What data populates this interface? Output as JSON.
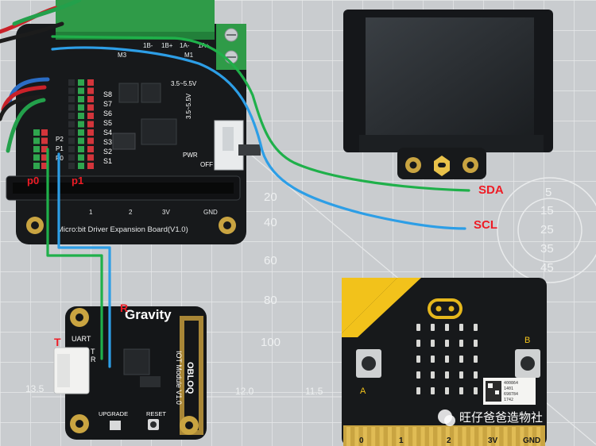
{
  "mat": {
    "numbers": [
      "20",
      "40",
      "60",
      "80",
      "100",
      "13.5",
      "12.0",
      "11.5"
    ],
    "circle_numbers": [
      "5",
      "15",
      "25",
      "35",
      "45"
    ]
  },
  "expansion_board": {
    "title": "Micro:bit Driver Expansion Board(V1.0)",
    "pin_labels": [
      "S8",
      "S7",
      "S6",
      "S5",
      "S4",
      "S3",
      "S2",
      "S1"
    ],
    "p_labels": [
      "P2",
      "P1",
      "P0"
    ],
    "voltage_labels": [
      "3.5~5.5V",
      "3.5~5.5V"
    ],
    "pwr_label": "PWR",
    "off_label": "OFF",
    "edge_labels": [
      "1",
      "2",
      "3V",
      "GND"
    ],
    "terminal_labels": [
      "1B-",
      "1B+",
      "1A-",
      "1A+"
    ],
    "motor_labels": [
      "M3",
      "M1"
    ]
  },
  "obloq": {
    "brand": "Gravity",
    "module_name": "OBLOQ",
    "module_version": "IOT Module V1.0",
    "uart": "UART",
    "upgrade": "UPGRADE",
    "reset": "RESET",
    "pin_t": "T",
    "pin_r": "R"
  },
  "microbit": {
    "edge_labels": [
      "0",
      "1",
      "2",
      "3V",
      "GND"
    ],
    "button_a": "A",
    "button_b": "B",
    "sticker_lines": [
      "400864",
      "1401",
      "698784",
      "1742"
    ]
  },
  "annotations": {
    "p0": "p0",
    "p1": "p1",
    "sda": "SDA",
    "scl": "SCL",
    "t": "T",
    "r": "R"
  },
  "watermark": "旺仔爸爸造物社",
  "colors": {
    "wire_green": "#1fb04a",
    "wire_blue": "#2d9ee6",
    "annotation_red": "#ee1c25",
    "board_black": "#17191b",
    "microbit_yellow": "#f2c21b",
    "gold_pad": "#c9a441"
  }
}
